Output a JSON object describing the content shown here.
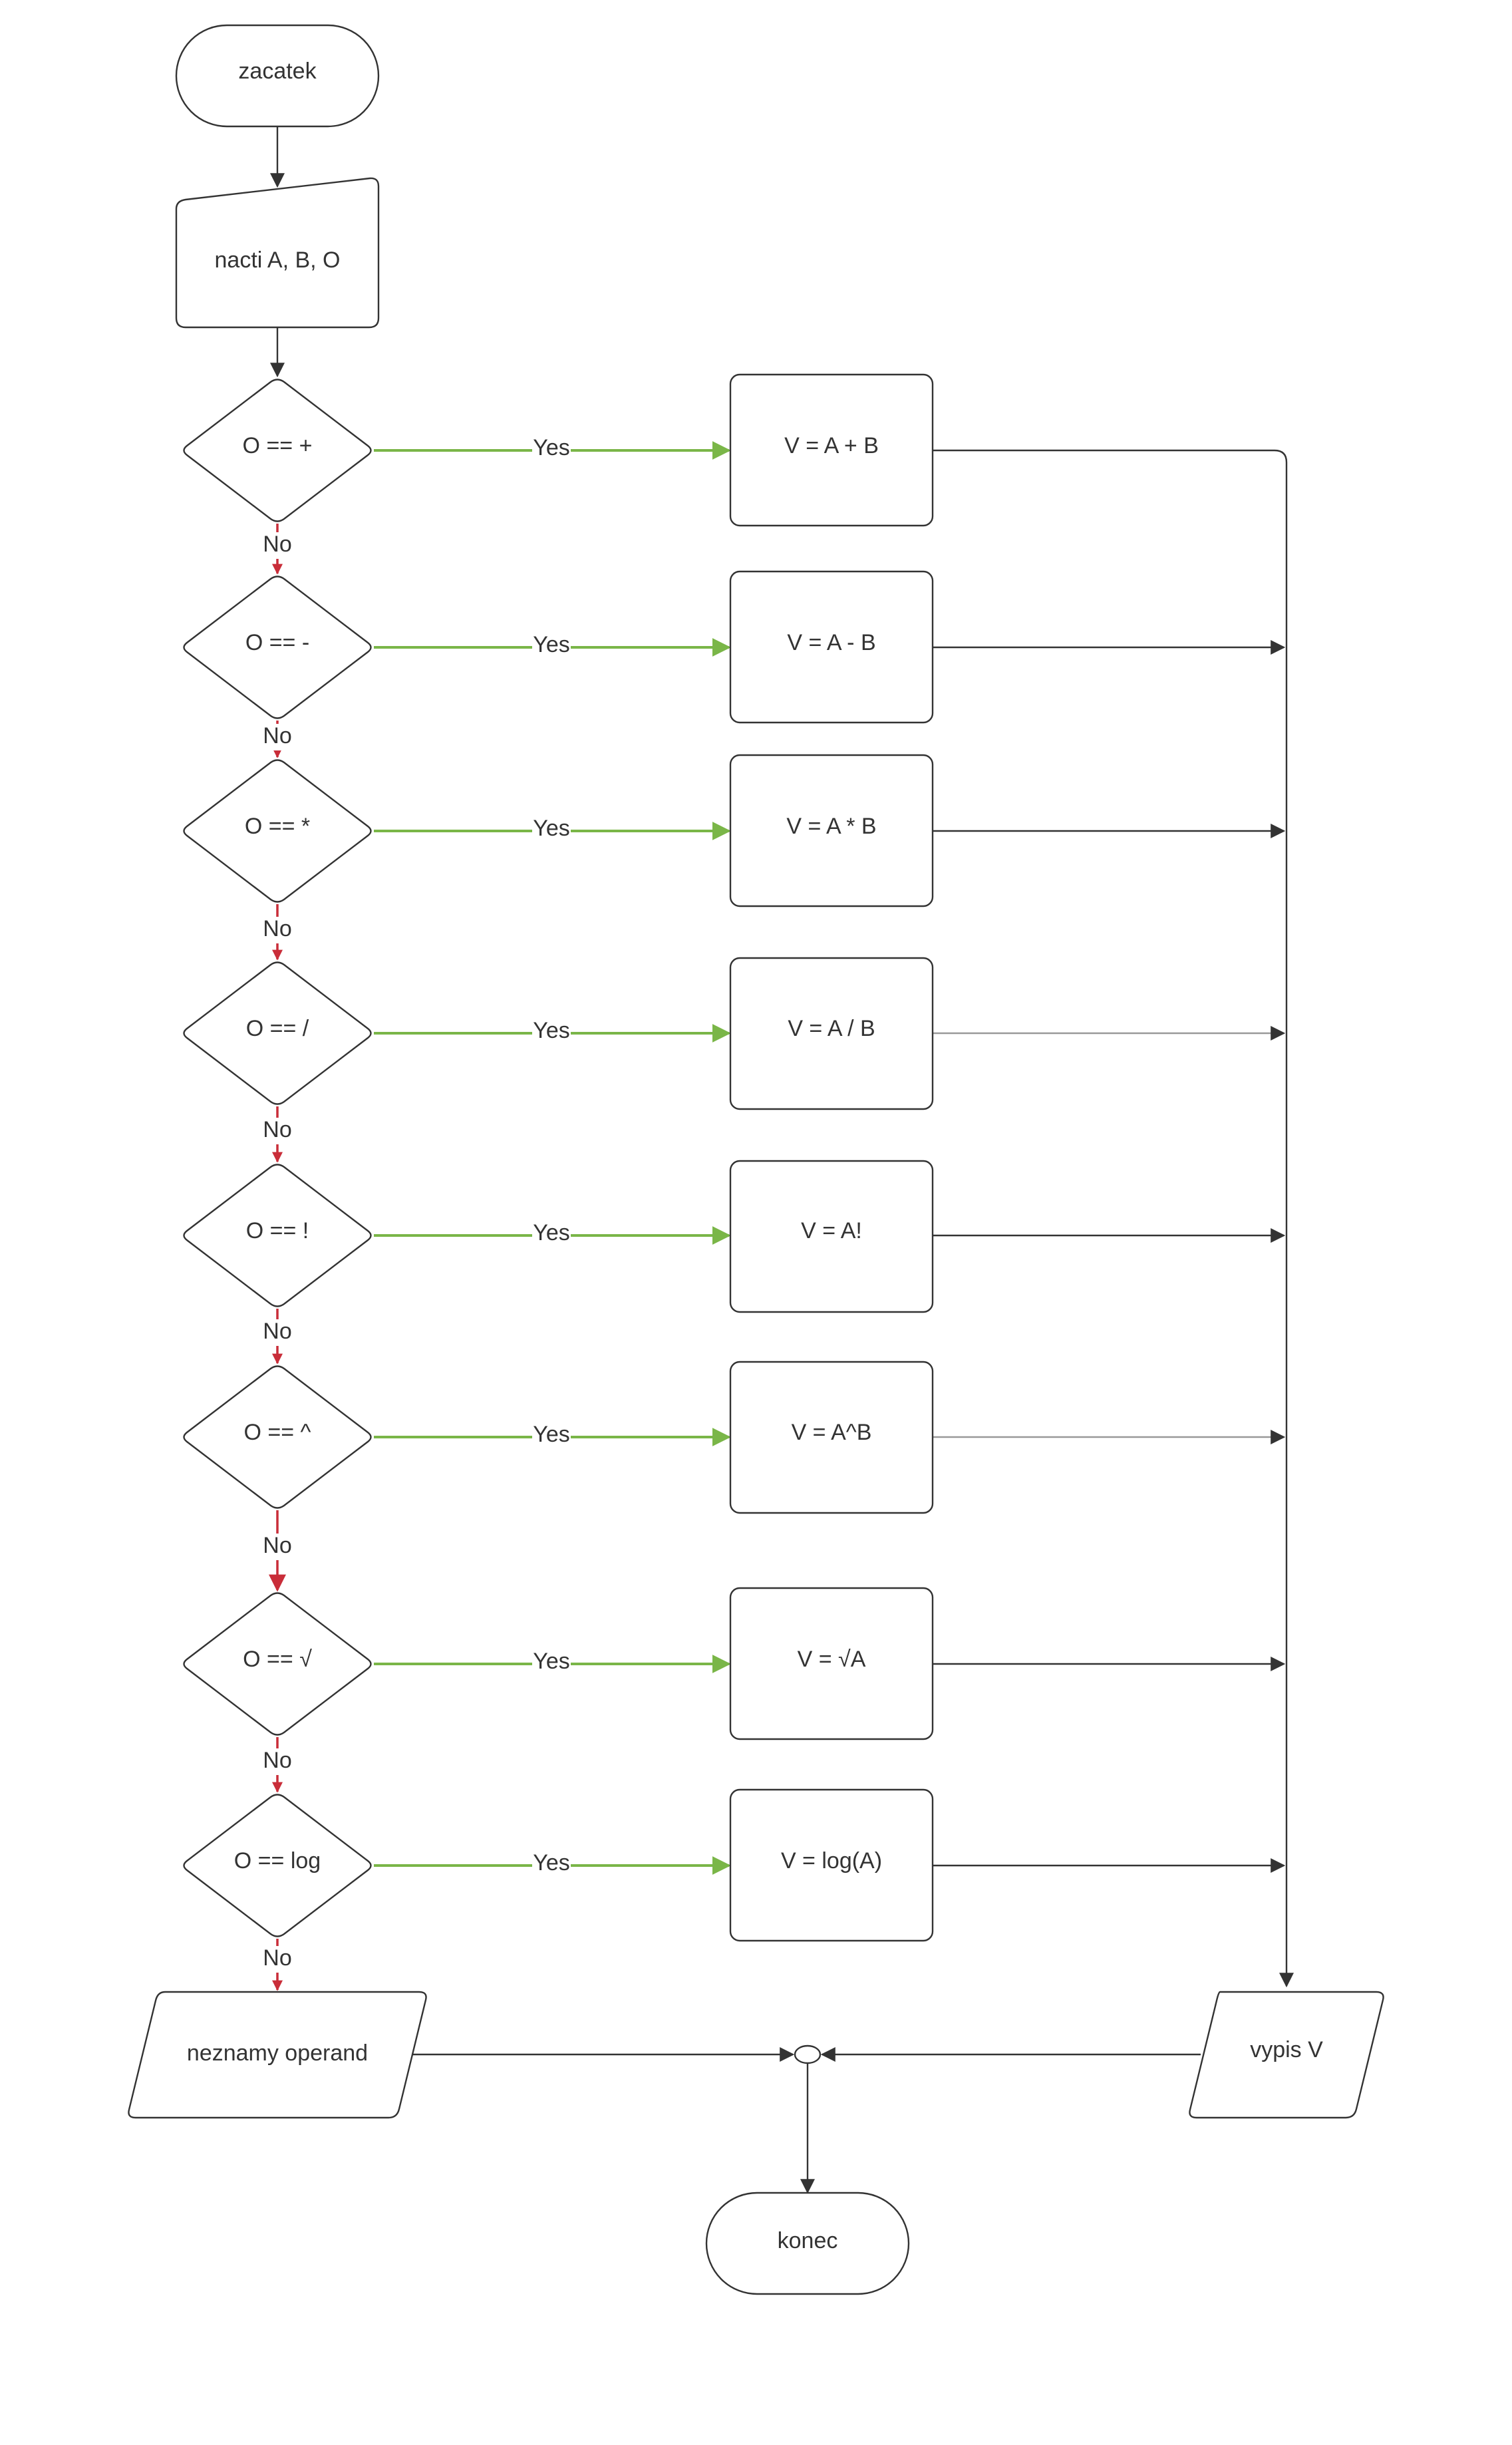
{
  "start": {
    "label": "zacatek"
  },
  "input": {
    "label": "nacti A, B, O"
  },
  "decisions": [
    {
      "label": "O == +",
      "result": "V = A + B"
    },
    {
      "label": "O == -",
      "result": "V = A - B"
    },
    {
      "label": "O == *",
      "result": "V = A * B"
    },
    {
      "label": "O == /",
      "result": "V = A / B"
    },
    {
      "label": "O == !",
      "result": "V = A!"
    },
    {
      "label": "O == ^",
      "result": "V = A^B"
    },
    {
      "label": "O == √",
      "result": "V = √A"
    },
    {
      "label": "O == log",
      "result": "V = log(A)"
    }
  ],
  "edge_labels": {
    "yes": "Yes",
    "no": "No"
  },
  "unknown": {
    "label": "neznamy operand"
  },
  "output": {
    "label": "vypis V"
  },
  "end": {
    "label": "konec"
  },
  "colors": {
    "yes": "#7ab648",
    "no": "#c92d39",
    "line": "#333333",
    "line_light": "#999999"
  }
}
